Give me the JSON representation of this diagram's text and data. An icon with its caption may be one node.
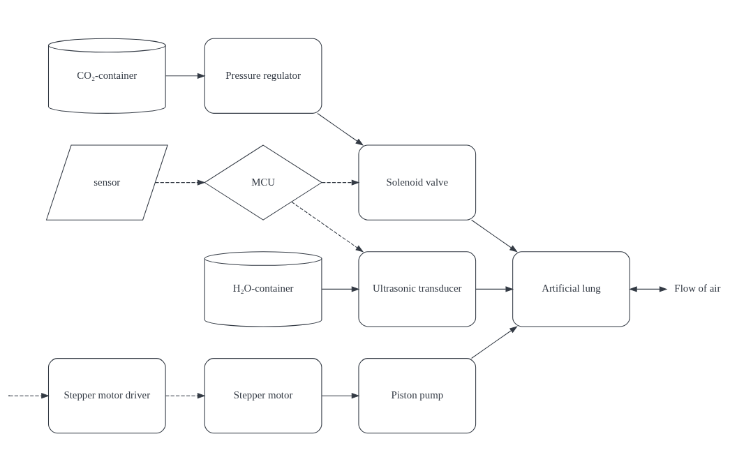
{
  "diagram": {
    "nodes": [
      {
        "text": [
          "CO₂-container"
        ]
      },
      {
        "text": [
          "Pressure regulator"
        ]
      },
      {
        "text": [
          "Solenoid valve"
        ]
      },
      {
        "text": [
          "MCU"
        ]
      },
      {
        "text": [
          "H₂O-container"
        ]
      },
      {
        "text": [
          "Ultrasonic transducer"
        ]
      },
      {
        "text": [
          "Artificial lung"
        ]
      },
      {
        "text": [
          "sensor"
        ]
      },
      {
        "text": [
          "Stepper motor driver"
        ]
      },
      {
        "text": [
          "Stepper motor"
        ]
      },
      {
        "text": [
          "Piston pump"
        ]
      },
      {
        "text": [
          "Flow of air"
        ]
      }
    ],
    "edges": [
      {
        "from": 0,
        "to": 1,
        "arrow": "to"
      },
      {
        "from": 1,
        "to": 2,
        "arrow": "to"
      },
      {
        "from": 3,
        "to": 2,
        "arrow": "to",
        "style": "dashed"
      },
      {
        "from": 3,
        "to": 5,
        "arrow": "to",
        "style": "dashed"
      },
      {
        "from": 2,
        "to": 6,
        "arrow": "to"
      },
      {
        "from": 7,
        "to": 3,
        "arrow": "to",
        "style": "dashed"
      },
      {
        "from": 4,
        "to": 5,
        "arrow": "to"
      },
      {
        "from": 5,
        "to": 6,
        "arrow": "to"
      },
      {
        "from": 6,
        "to": 11,
        "arrow": "both"
      },
      {
        "from": 8,
        "to": 9,
        "arrow": "to",
        "style": "dashed"
      },
      {
        "from": 9,
        "to": 10,
        "arrow": "to"
      },
      {
        "from": 10,
        "to": 6,
        "arrow": "to"
      },
      {
        "from": null,
        "to": 8,
        "arrow": "to",
        "style": "dashed"
      }
    ]
  }
}
